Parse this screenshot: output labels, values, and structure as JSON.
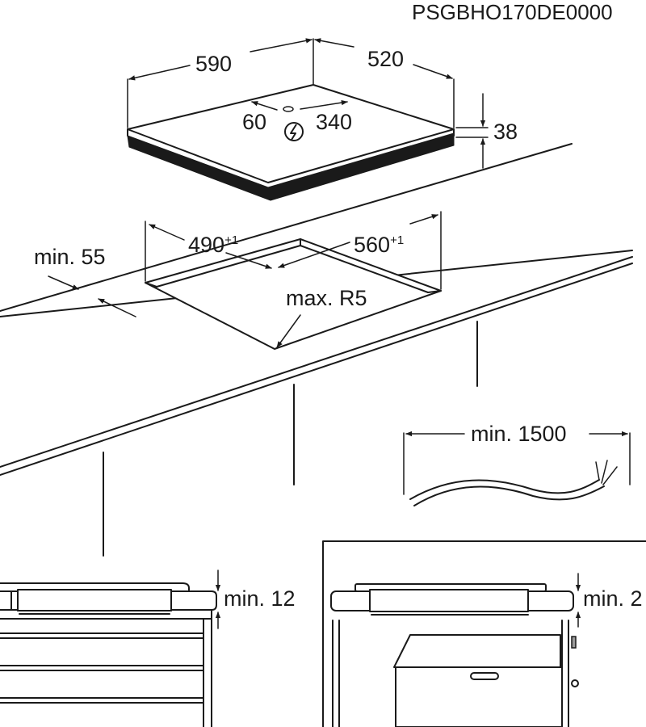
{
  "document": {
    "code": "PSGBHO170DE0000"
  },
  "hob": {
    "width": "590",
    "depth": "520",
    "height": "38",
    "cable_offset_left": "60",
    "cable_offset_right": "340"
  },
  "cutout": {
    "width": "490",
    "width_tol": "+1",
    "depth": "560",
    "depth_tol": "+1",
    "edge_distance": "min. 55",
    "corner_radius": "max. R5"
  },
  "cable": {
    "length": "min. 1500"
  },
  "clearance": {
    "left": "min. 12",
    "right": "min. 2"
  },
  "colors": {
    "line": "#1a1a1a",
    "background": "#ffffff",
    "shade": "#9a9a9a"
  }
}
